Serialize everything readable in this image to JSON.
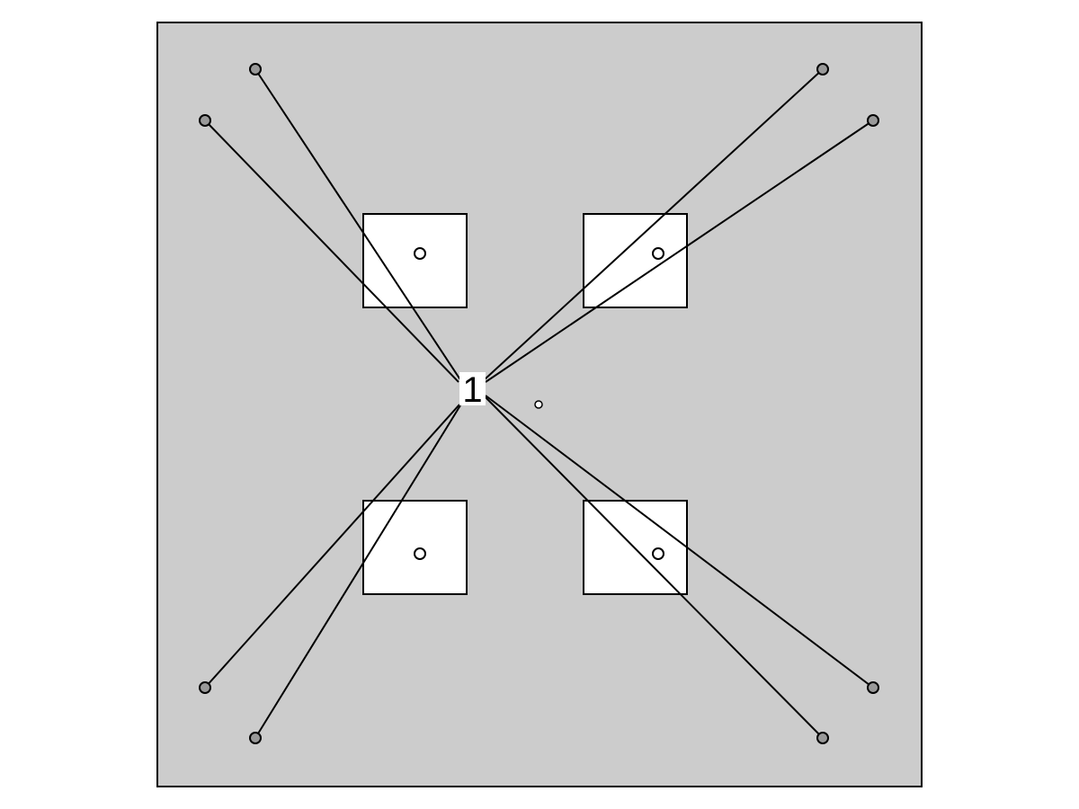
{
  "diagram": {
    "colors": {
      "background": "#cccccc",
      "panel_border": "#000000",
      "box_fill": "#ffffff",
      "line": "#000000",
      "anchor_fill": "#999999",
      "marker_fill": "#ffffff",
      "label_bg": "#ffffff"
    },
    "center_label": "1",
    "boxes": [
      {
        "name": "top-left-box"
      },
      {
        "name": "top-right-box"
      },
      {
        "name": "bottom-left-box"
      },
      {
        "name": "bottom-right-box"
      }
    ],
    "anchors": [
      {
        "name": "anchor-top-left-outer"
      },
      {
        "name": "anchor-top-left-inner"
      },
      {
        "name": "anchor-top-right-outer"
      },
      {
        "name": "anchor-top-right-inner"
      },
      {
        "name": "anchor-bottom-left-outer"
      },
      {
        "name": "anchor-bottom-left-inner"
      },
      {
        "name": "anchor-bottom-right-outer"
      },
      {
        "name": "anchor-bottom-right-inner"
      }
    ]
  }
}
